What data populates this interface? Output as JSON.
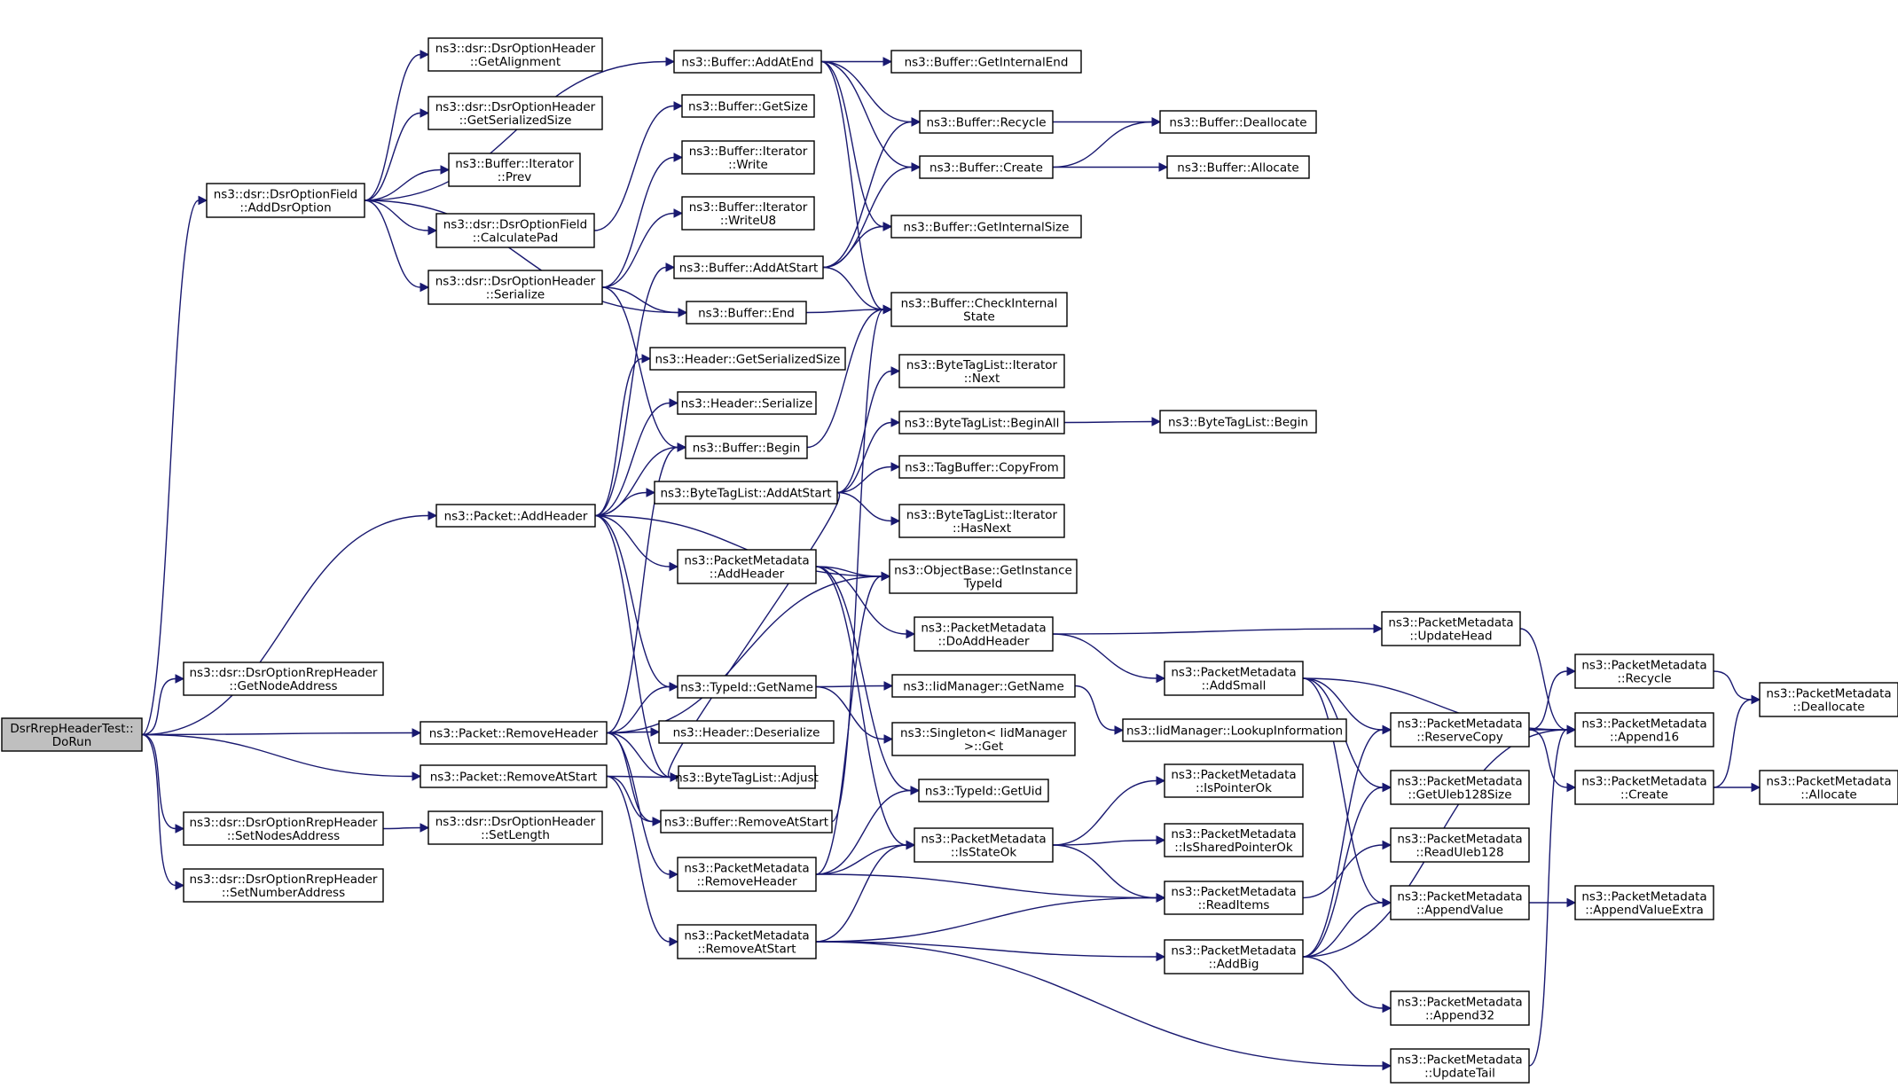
{
  "diagram": {
    "colors": {
      "edge": "#191970",
      "node_border": "#000000",
      "root_fill": "#bfbfbf",
      "node_fill": "#ffffff"
    },
    "root": "n1",
    "nodes": [
      {
        "id": "n1",
        "lines": [
          "DsrRrepHeaderTest::",
          "DoRun"
        ]
      },
      {
        "id": "n2",
        "lines": [
          "ns3::dsr::DsrOptionField",
          "::AddDsrOption"
        ]
      },
      {
        "id": "n3",
        "lines": [
          "ns3::Packet::AddHeader"
        ]
      },
      {
        "id": "n4",
        "lines": [
          "ns3::dsr::DsrOptionRrepHeader",
          "::GetNodeAddress"
        ]
      },
      {
        "id": "n5",
        "lines": [
          "ns3::Packet::RemoveHeader"
        ]
      },
      {
        "id": "n6",
        "lines": [
          "ns3::Packet::RemoveAtStart"
        ]
      },
      {
        "id": "n7",
        "lines": [
          "ns3::dsr::DsrOptionRrepHeader",
          "::SetNodesAddress"
        ]
      },
      {
        "id": "n8",
        "lines": [
          "ns3::dsr::DsrOptionRrepHeader",
          "::SetNumberAddress"
        ]
      },
      {
        "id": "n9",
        "lines": [
          "ns3::dsr::DsrOptionHeader",
          "::GetAlignment"
        ]
      },
      {
        "id": "n10",
        "lines": [
          "ns3::dsr::DsrOptionHeader",
          "::GetSerializedSize"
        ]
      },
      {
        "id": "n11",
        "lines": [
          "ns3::Buffer::Iterator",
          "::Prev"
        ]
      },
      {
        "id": "n12",
        "lines": [
          "ns3::dsr::DsrOptionField",
          "::CalculatePad"
        ]
      },
      {
        "id": "n13",
        "lines": [
          "ns3::dsr::DsrOptionHeader",
          "::Serialize"
        ]
      },
      {
        "id": "n14",
        "lines": [
          "ns3::dsr::DsrOptionHeader",
          "::SetLength"
        ]
      },
      {
        "id": "n15",
        "lines": [
          "ns3::Buffer::AddAtEnd"
        ]
      },
      {
        "id": "n16",
        "lines": [
          "ns3::Buffer::GetSize"
        ]
      },
      {
        "id": "n17",
        "lines": [
          "ns3::Buffer::Iterator",
          "::Write"
        ]
      },
      {
        "id": "n18",
        "lines": [
          "ns3::Buffer::Iterator",
          "::WriteU8"
        ]
      },
      {
        "id": "n19",
        "lines": [
          "ns3::Buffer::AddAtStart"
        ]
      },
      {
        "id": "n20",
        "lines": [
          "ns3::Buffer::End"
        ]
      },
      {
        "id": "n21",
        "lines": [
          "ns3::Header::GetSerializedSize"
        ]
      },
      {
        "id": "n22",
        "lines": [
          "ns3::Header::Serialize"
        ]
      },
      {
        "id": "n23",
        "lines": [
          "ns3::Buffer::Begin"
        ]
      },
      {
        "id": "n24",
        "lines": [
          "ns3::ByteTagList::AddAtStart"
        ]
      },
      {
        "id": "n25",
        "lines": [
          "ns3::PacketMetadata",
          "::AddHeader"
        ]
      },
      {
        "id": "n26",
        "lines": [
          "ns3::TypeId::GetName"
        ]
      },
      {
        "id": "n27",
        "lines": [
          "ns3::Header::Deserialize"
        ]
      },
      {
        "id": "n28",
        "lines": [
          "ns3::ByteTagList::Adjust"
        ]
      },
      {
        "id": "n29",
        "lines": [
          "ns3::Buffer::RemoveAtStart"
        ]
      },
      {
        "id": "n30",
        "lines": [
          "ns3::PacketMetadata",
          "::RemoveHeader"
        ]
      },
      {
        "id": "n31",
        "lines": [
          "ns3::PacketMetadata",
          "::RemoveAtStart"
        ]
      },
      {
        "id": "n32",
        "lines": [
          "ns3::Buffer::GetInternalEnd"
        ]
      },
      {
        "id": "n33",
        "lines": [
          "ns3::Buffer::Recycle"
        ]
      },
      {
        "id": "n34",
        "lines": [
          "ns3::Buffer::Create"
        ]
      },
      {
        "id": "n35",
        "lines": [
          "ns3::Buffer::GetInternalSize"
        ]
      },
      {
        "id": "n36",
        "lines": [
          "ns3::Buffer::CheckInternal",
          "State"
        ]
      },
      {
        "id": "n37",
        "lines": [
          "ns3::ByteTagList::Iterator",
          "::Next"
        ]
      },
      {
        "id": "n38",
        "lines": [
          "ns3::ByteTagList::BeginAll"
        ]
      },
      {
        "id": "n39",
        "lines": [
          "ns3::TagBuffer::CopyFrom"
        ]
      },
      {
        "id": "n40",
        "lines": [
          "ns3::ByteTagList::Iterator",
          "::HasNext"
        ]
      },
      {
        "id": "n41",
        "lines": [
          "ns3::ObjectBase::GetInstance",
          "TypeId"
        ]
      },
      {
        "id": "n42",
        "lines": [
          "ns3::PacketMetadata",
          "::DoAddHeader"
        ]
      },
      {
        "id": "n43",
        "lines": [
          "ns3::IidManager::GetName"
        ]
      },
      {
        "id": "n44",
        "lines": [
          "ns3::Singleton< IidManager",
          ">::Get"
        ]
      },
      {
        "id": "n45",
        "lines": [
          "ns3::TypeId::GetUid"
        ]
      },
      {
        "id": "n46",
        "lines": [
          "ns3::PacketMetadata",
          "::IsStateOk"
        ]
      },
      {
        "id": "n47",
        "lines": [
          "ns3::Buffer::Deallocate"
        ]
      },
      {
        "id": "n48",
        "lines": [
          "ns3::Buffer::Allocate"
        ]
      },
      {
        "id": "n49",
        "lines": [
          "ns3::ByteTagList::Begin"
        ]
      },
      {
        "id": "n50",
        "lines": [
          "ns3::PacketMetadata",
          "::UpdateHead"
        ]
      },
      {
        "id": "n51",
        "lines": [
          "ns3::PacketMetadata",
          "::AddSmall"
        ]
      },
      {
        "id": "n52",
        "lines": [
          "ns3::IidManager::LookupInformation"
        ]
      },
      {
        "id": "n53",
        "lines": [
          "ns3::PacketMetadata",
          "::IsPointerOk"
        ]
      },
      {
        "id": "n54",
        "lines": [
          "ns3::PacketMetadata",
          "::IsSharedPointerOk"
        ]
      },
      {
        "id": "n55",
        "lines": [
          "ns3::PacketMetadata",
          "::ReadItems"
        ]
      },
      {
        "id": "n56",
        "lines": [
          "ns3::PacketMetadata",
          "::AddBig"
        ]
      },
      {
        "id": "n57",
        "lines": [
          "ns3::PacketMetadata",
          "::ReserveCopy"
        ]
      },
      {
        "id": "n58",
        "lines": [
          "ns3::PacketMetadata",
          "::GetUleb128Size"
        ]
      },
      {
        "id": "n59",
        "lines": [
          "ns3::PacketMetadata",
          "::ReadUleb128"
        ]
      },
      {
        "id": "n60",
        "lines": [
          "ns3::PacketMetadata",
          "::AppendValue"
        ]
      },
      {
        "id": "n61",
        "lines": [
          "ns3::PacketMetadata",
          "::Append32"
        ]
      },
      {
        "id": "n62",
        "lines": [
          "ns3::PacketMetadata",
          "::UpdateTail"
        ]
      },
      {
        "id": "n63",
        "lines": [
          "ns3::PacketMetadata",
          "::Recycle"
        ]
      },
      {
        "id": "n64",
        "lines": [
          "ns3::PacketMetadata",
          "::Append16"
        ]
      },
      {
        "id": "n65",
        "lines": [
          "ns3::PacketMetadata",
          "::Create"
        ]
      },
      {
        "id": "n66",
        "lines": [
          "ns3::PacketMetadata",
          "::AppendValueExtra"
        ]
      },
      {
        "id": "n67",
        "lines": [
          "ns3::PacketMetadata",
          "::Deallocate"
        ]
      },
      {
        "id": "n68",
        "lines": [
          "ns3::PacketMetadata",
          "::Allocate"
        ]
      }
    ],
    "edges": [
      [
        "n1",
        "n2"
      ],
      [
        "n1",
        "n3"
      ],
      [
        "n1",
        "n4"
      ],
      [
        "n1",
        "n5"
      ],
      [
        "n1",
        "n6"
      ],
      [
        "n1",
        "n7"
      ],
      [
        "n1",
        "n8"
      ],
      [
        "n2",
        "n9"
      ],
      [
        "n2",
        "n10"
      ],
      [
        "n2",
        "n11"
      ],
      [
        "n2",
        "n12"
      ],
      [
        "n2",
        "n13"
      ],
      [
        "n2",
        "n15"
      ],
      [
        "n2",
        "n20"
      ],
      [
        "n7",
        "n14"
      ],
      [
        "n12",
        "n16"
      ],
      [
        "n13",
        "n17"
      ],
      [
        "n13",
        "n18"
      ],
      [
        "n13",
        "n20"
      ],
      [
        "n13",
        "n23"
      ],
      [
        "n3",
        "n19"
      ],
      [
        "n3",
        "n21"
      ],
      [
        "n3",
        "n22"
      ],
      [
        "n3",
        "n23"
      ],
      [
        "n3",
        "n24"
      ],
      [
        "n3",
        "n41"
      ],
      [
        "n3",
        "n25"
      ],
      [
        "n3",
        "n26"
      ],
      [
        "n3",
        "n28"
      ],
      [
        "n5",
        "n23"
      ],
      [
        "n5",
        "n41"
      ],
      [
        "n5",
        "n26"
      ],
      [
        "n5",
        "n27"
      ],
      [
        "n5",
        "n28"
      ],
      [
        "n5",
        "n29"
      ],
      [
        "n5",
        "n30"
      ],
      [
        "n6",
        "n28"
      ],
      [
        "n6",
        "n29"
      ],
      [
        "n6",
        "n31"
      ],
      [
        "n15",
        "n32"
      ],
      [
        "n15",
        "n33"
      ],
      [
        "n15",
        "n34"
      ],
      [
        "n15",
        "n35"
      ],
      [
        "n15",
        "n36"
      ],
      [
        "n19",
        "n33"
      ],
      [
        "n19",
        "n34"
      ],
      [
        "n19",
        "n35"
      ],
      [
        "n19",
        "n36"
      ],
      [
        "n20",
        "n36"
      ],
      [
        "n23",
        "n36"
      ],
      [
        "n29",
        "n36"
      ],
      [
        "n24",
        "n37"
      ],
      [
        "n24",
        "n38"
      ],
      [
        "n24",
        "n39"
      ],
      [
        "n24",
        "n40"
      ],
      [
        "n24",
        "n28"
      ],
      [
        "n25",
        "n41"
      ],
      [
        "n25",
        "n42"
      ],
      [
        "n25",
        "n46"
      ],
      [
        "n25",
        "n45"
      ],
      [
        "n26",
        "n43"
      ],
      [
        "n26",
        "n44"
      ],
      [
        "n30",
        "n45"
      ],
      [
        "n30",
        "n46"
      ],
      [
        "n30",
        "n55"
      ],
      [
        "n30",
        "n41"
      ],
      [
        "n31",
        "n46"
      ],
      [
        "n31",
        "n55"
      ],
      [
        "n31",
        "n56"
      ],
      [
        "n31",
        "n62"
      ],
      [
        "n33",
        "n47"
      ],
      [
        "n34",
        "n47"
      ],
      [
        "n34",
        "n48"
      ],
      [
        "n38",
        "n49"
      ],
      [
        "n42",
        "n50"
      ],
      [
        "n42",
        "n51"
      ],
      [
        "n43",
        "n52"
      ],
      [
        "n46",
        "n53"
      ],
      [
        "n46",
        "n54"
      ],
      [
        "n46",
        "n55"
      ],
      [
        "n50",
        "n64"
      ],
      [
        "n51",
        "n57"
      ],
      [
        "n51",
        "n58"
      ],
      [
        "n51",
        "n60"
      ],
      [
        "n51",
        "n64"
      ],
      [
        "n55",
        "n59"
      ],
      [
        "n56",
        "n57"
      ],
      [
        "n56",
        "n58"
      ],
      [
        "n56",
        "n60"
      ],
      [
        "n56",
        "n61"
      ],
      [
        "n56",
        "n64"
      ],
      [
        "n57",
        "n63"
      ],
      [
        "n57",
        "n64"
      ],
      [
        "n57",
        "n65"
      ],
      [
        "n60",
        "n66"
      ],
      [
        "n62",
        "n64"
      ],
      [
        "n63",
        "n67"
      ],
      [
        "n65",
        "n67"
      ],
      [
        "n65",
        "n68"
      ]
    ]
  }
}
